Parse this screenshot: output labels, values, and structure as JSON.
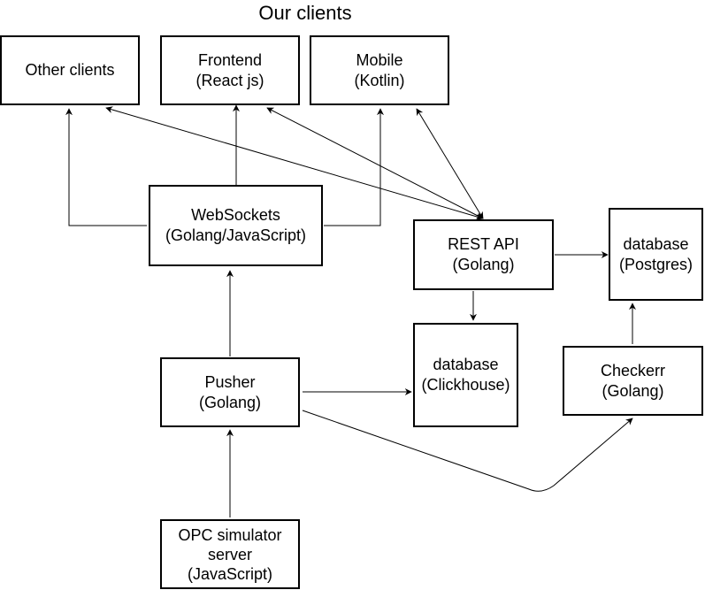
{
  "title": "Our clients",
  "nodes": {
    "other_clients": {
      "lines": [
        "Other clients"
      ]
    },
    "frontend": {
      "lines": [
        "Frontend",
        "(React js)"
      ]
    },
    "mobile": {
      "lines": [
        "Mobile",
        "(Kotlin)"
      ]
    },
    "websockets": {
      "lines": [
        "WebSockets",
        "(Golang/JavaScript)"
      ]
    },
    "rest_api": {
      "lines": [
        "REST API",
        "(Golang)"
      ]
    },
    "db_postgres": {
      "lines": [
        "database",
        "(Postgres)"
      ]
    },
    "db_clickhouse": {
      "lines": [
        "database",
        "(Clickhouse)"
      ]
    },
    "checkerr": {
      "lines": [
        "Checkerr",
        "(Golang)"
      ]
    },
    "pusher": {
      "lines": [
        "Pusher",
        "(Golang)"
      ]
    },
    "opc_simulator": {
      "lines": [
        "OPC simulator",
        "server",
        "(JavaScript)"
      ]
    }
  },
  "edges": [
    {
      "from": "websockets",
      "to": "other_clients"
    },
    {
      "from": "websockets",
      "to": "frontend"
    },
    {
      "from": "websockets",
      "to": "mobile"
    },
    {
      "from": "rest_api",
      "to": "other_clients",
      "bidirectional": true
    },
    {
      "from": "rest_api",
      "to": "frontend",
      "bidirectional": true
    },
    {
      "from": "rest_api",
      "to": "mobile",
      "bidirectional": true
    },
    {
      "from": "rest_api",
      "to": "db_postgres"
    },
    {
      "from": "rest_api",
      "to": "db_clickhouse"
    },
    {
      "from": "pusher",
      "to": "websockets"
    },
    {
      "from": "pusher",
      "to": "db_clickhouse"
    },
    {
      "from": "pusher",
      "to": "checkerr"
    },
    {
      "from": "checkerr",
      "to": "db_postgres"
    },
    {
      "from": "opc_simulator",
      "to": "pusher"
    }
  ]
}
